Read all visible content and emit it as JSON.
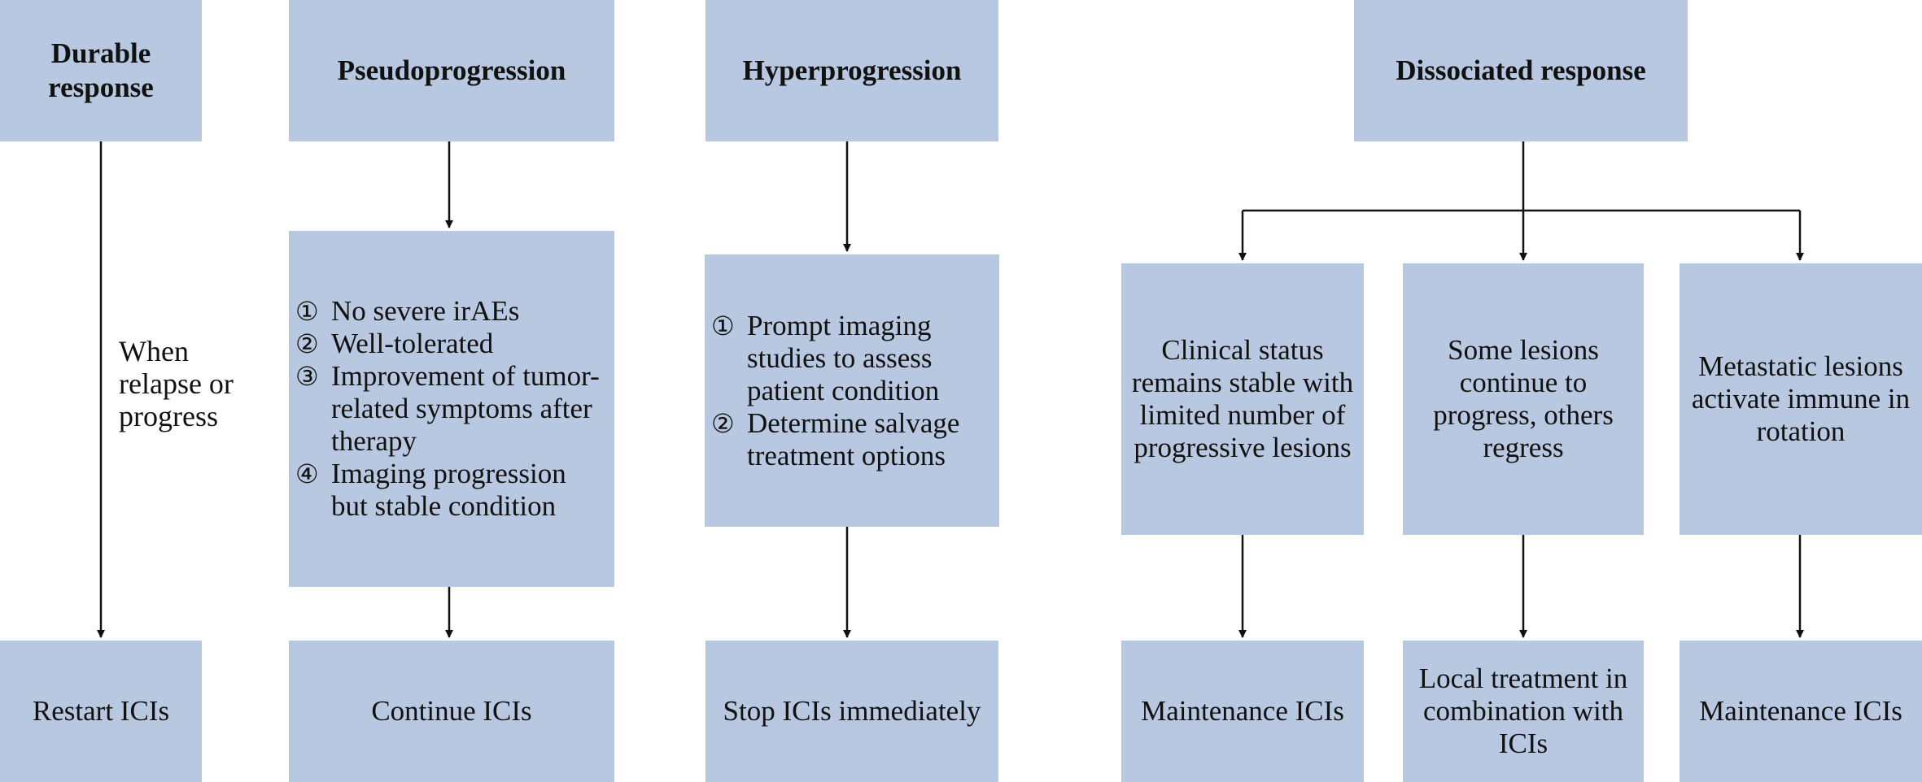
{
  "columns": {
    "durable": {
      "title": "Durable response",
      "note": "When relapse or progress",
      "action": "Restart ICIs"
    },
    "pseudo": {
      "title": "Pseudoprogression",
      "criteria": [
        {
          "num": "①",
          "text": "No severe irAEs"
        },
        {
          "num": "②",
          "text": "Well-tolerated"
        },
        {
          "num": "③",
          "text": "Improvement of tumor-related symptoms after therapy"
        },
        {
          "num": "④",
          "text": "Imaging progression but stable condition"
        }
      ],
      "action": "Continue ICIs"
    },
    "hyper": {
      "title": "Hyperprogression",
      "criteria": [
        {
          "num": "①",
          "text": "Prompt imaging studies to assess patient condition"
        },
        {
          "num": "②",
          "text": "Determine salvage treatment options"
        }
      ],
      "action": "Stop ICIs immediately"
    },
    "dissociated": {
      "title": "Dissociated response",
      "branches": [
        {
          "condition": "Clinical status remains stable with limited number of progressive lesions",
          "action": "Maintenance ICIs"
        },
        {
          "condition": "Some lesions continue to progress, others regress",
          "action": "Local treatment in combination with ICIs"
        },
        {
          "condition": "Metastatic lesions activate immune in rotation",
          "action": "Maintenance ICIs"
        }
      ]
    }
  }
}
